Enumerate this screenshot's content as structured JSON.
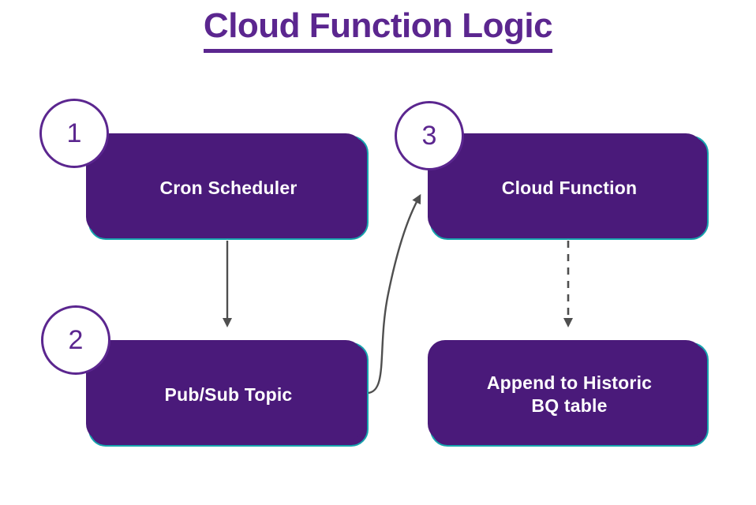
{
  "page": {
    "title": "Cloud Function Logic",
    "background": "#ffffff"
  },
  "theme": {
    "title_purple": "#5b268f",
    "node_fill": "#4a1a7a",
    "node_outline_teal": "#17a3ad",
    "node_text": "#ffffff",
    "badge_stroke": "#5b268f",
    "connector_gray": "#4f4f4f"
  },
  "diagram": {
    "type": "flowchart",
    "nodes": [
      {
        "id": "cron",
        "label": "Cron Scheduler",
        "step": "1",
        "column": "left",
        "row": "top"
      },
      {
        "id": "pubsub",
        "label": "Pub/Sub Topic",
        "step": "2",
        "column": "left",
        "row": "bottom"
      },
      {
        "id": "function",
        "label": "Cloud Function",
        "step": "3",
        "column": "right",
        "row": "top"
      },
      {
        "id": "bq",
        "label": "Append to Historic\nBQ table",
        "step": "",
        "column": "right",
        "row": "bottom"
      }
    ],
    "badges": [
      {
        "id": "badge-1",
        "number": "1",
        "for_node": "cron"
      },
      {
        "id": "badge-2",
        "number": "2",
        "for_node": "pubsub"
      },
      {
        "id": "badge-3",
        "number": "3",
        "for_node": "function"
      }
    ],
    "connectors": [
      {
        "id": "cron-to-pubsub",
        "from": "cron",
        "to": "pubsub",
        "style": "solid",
        "shape": "straight-vertical",
        "arrowhead": "filled-triangle"
      },
      {
        "id": "pubsub-to-function",
        "from": "pubsub",
        "to": "function",
        "style": "solid",
        "shape": "curved",
        "arrowhead": "filled-triangle"
      },
      {
        "id": "function-to-bq",
        "from": "function",
        "to": "bq",
        "style": "dashed",
        "shape": "straight-vertical",
        "arrowhead": "filled-triangle"
      }
    ]
  }
}
